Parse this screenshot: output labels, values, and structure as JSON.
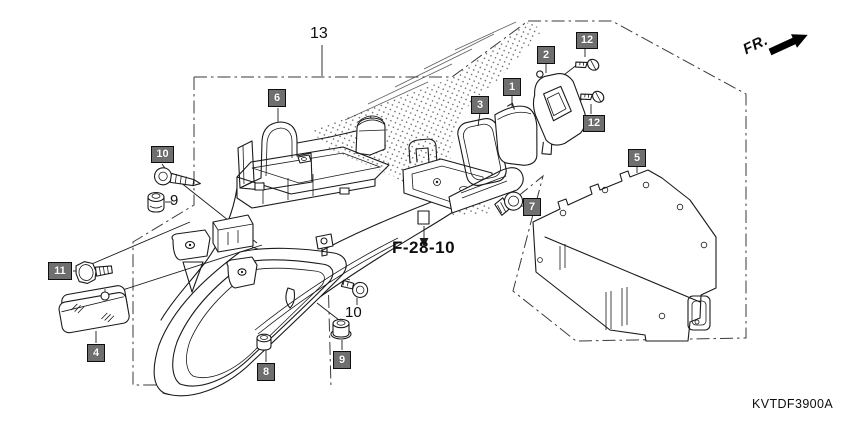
{
  "diagram": {
    "title_part_number": "13",
    "figure_labels": {
      "part_13": "13",
      "part_9_plain": "9",
      "part_10_plain": "10",
      "reference": "F-28-10",
      "direction": "FR.",
      "drawing_code": "KVTDF3900A"
    },
    "badges": {
      "b1": {
        "label": "1"
      },
      "b2": {
        "label": "2"
      },
      "b3": {
        "label": "3"
      },
      "b4": {
        "label": "4"
      },
      "b5": {
        "label": "5"
      },
      "b6": {
        "label": "6"
      },
      "b7": {
        "label": "7"
      },
      "b8": {
        "label": "8"
      },
      "b9": {
        "label": "9"
      },
      "b10": {
        "label": "10"
      },
      "b11": {
        "label": "11"
      },
      "b12a": {
        "label": "12"
      },
      "b12b": {
        "label": "12"
      }
    },
    "colors": {
      "badge_background": "#6f6f6f",
      "badge_text": "#ffffff",
      "line_art": "#1a1a1a",
      "background": "#ffffff"
    },
    "icons": {
      "front_direction_arrow": "arrow-up-right-icon",
      "reference_pointer": "arrow-down-icon"
    }
  }
}
